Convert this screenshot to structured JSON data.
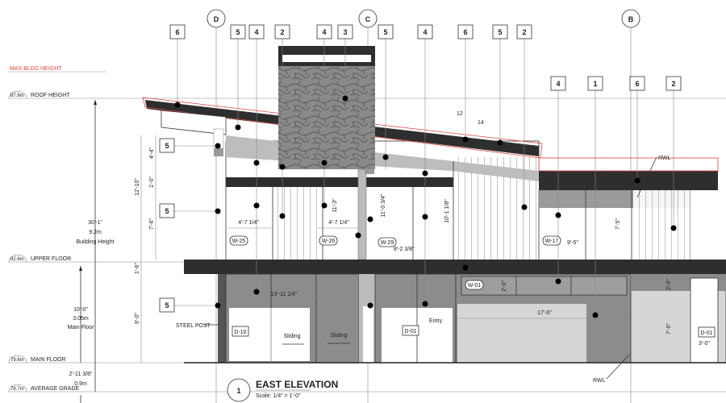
{
  "levels": {
    "max_height": "MAX BLDG HEIGHT",
    "roof": {
      "elev": "87.8m",
      "label": "ROOF HEIGHT"
    },
    "upper": {
      "elev": "82.6m",
      "label": "UPPER FLOOR"
    },
    "main": {
      "elev": "79.6m",
      "label": "MAIN FLOOR"
    },
    "grade": {
      "elev": "78.7m",
      "label": "AVERAGE GRADE"
    }
  },
  "dimensions": {
    "building_height": [
      "30'-1\"",
      "9.2m",
      "Building Height"
    ],
    "main_floor": [
      "10'-0\"",
      "3.05m",
      "Main Floor"
    ],
    "grade": [
      "2'-11 3/8\"",
      "0.9m"
    ],
    "upper_total": "12'-10\"",
    "d_4_4": "4'-4\"",
    "d_1_0": "1'-0\"",
    "d_7_6": "7'-6\"",
    "d_1_6": "1'-6\"",
    "d_9_0": "9'-0\"",
    "w25_width": "4'-7 1/4\"",
    "w26_width": "4'-7 1/4\"",
    "d_11_3": "11'-3\"",
    "d_11_0_34": "11'-0 3/4\"",
    "d_10_1_18": "10'-1 1/8\"",
    "w29_width": "8'-2 3/8\"",
    "w17_width": "9'-5\"",
    "d_7_5": "7'-5\"",
    "d10_width": "13'-11 1/4\"",
    "garage_width": "17'-0\"",
    "w01_height": "2'-0\"",
    "right_2_0": "2'-0\"",
    "right_7_0": "7'-0\"",
    "right_3_0": "3'-0\"",
    "slope_run": "12",
    "slope_rise": "14"
  },
  "grid_bubbles": [
    "D",
    "C",
    "B"
  ],
  "tags_top": [
    "6",
    "5",
    "4",
    "2",
    "4",
    "3",
    "5",
    "4",
    "6",
    "5",
    "2"
  ],
  "tags_right": [
    "4",
    "1",
    "6",
    "2"
  ],
  "tags_left": [
    "5",
    "5",
    "5"
  ],
  "openings": {
    "w25": "W-25",
    "w26": "W-26",
    "w29": "W-29",
    "w17": "W-17",
    "w01": "W-01",
    "d10": "D-10",
    "d01a": "D-01",
    "d01b": "D-01",
    "sliding1": "Sliding",
    "sliding2": "Sliding",
    "entry": "Entry"
  },
  "notes": {
    "steel_post": "STEEL POST",
    "rwl_top": "RWL",
    "rwl_bottom": "RWL"
  },
  "title": {
    "number": "1",
    "name": "EAST ELEVATION",
    "scale": "Scale: 1/4\" = 1'-0\""
  },
  "colors": {
    "red": "#e0443a",
    "dark": "#2e2e2e",
    "mid": "#8c8c8c",
    "light": "#d6d6d6"
  }
}
